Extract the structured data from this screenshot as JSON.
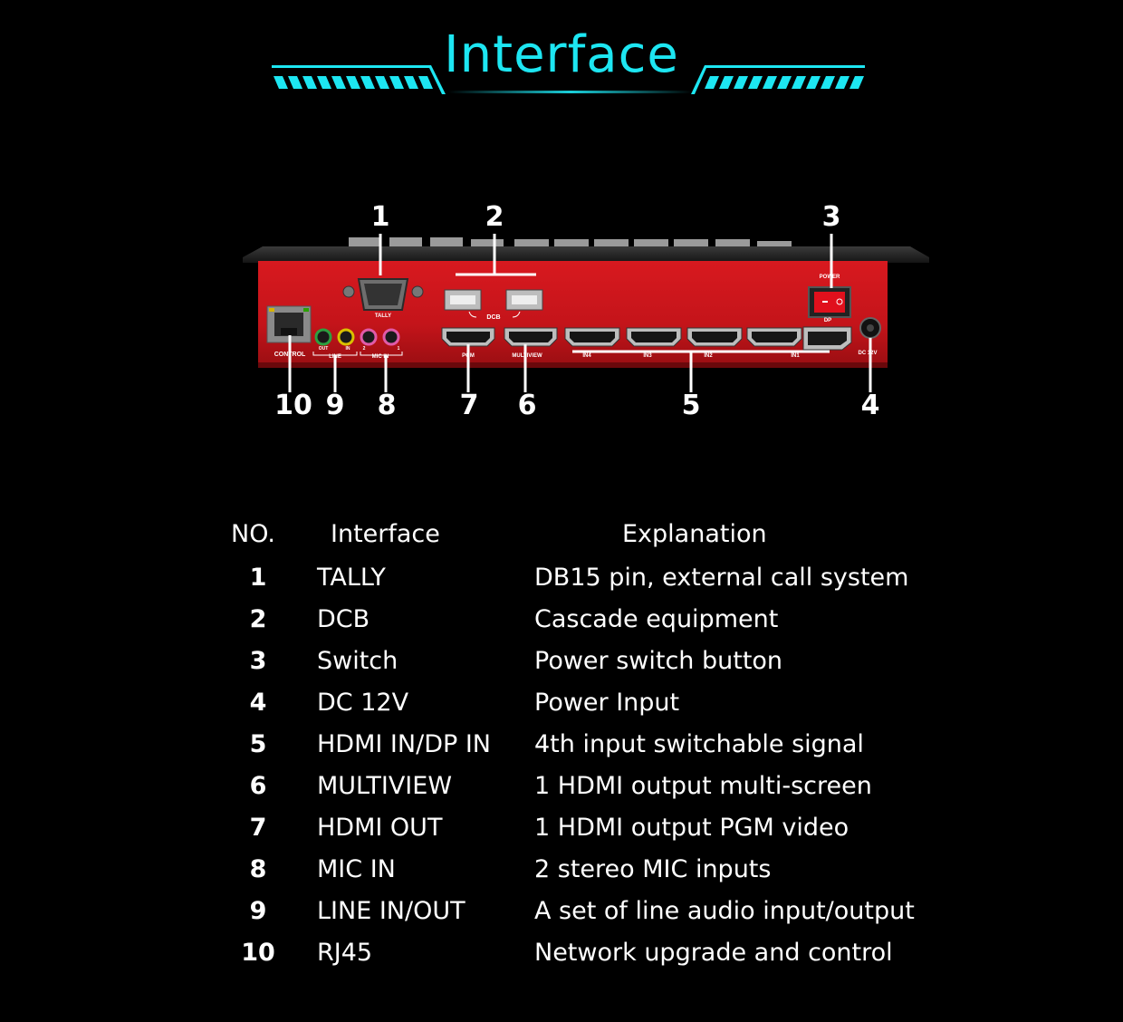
{
  "header": {
    "title": "Interface"
  },
  "colors": {
    "accent": "#1de6f2",
    "panel": "#c4141a",
    "panel_dark": "#8e0c10"
  },
  "device": {
    "callouts": [
      "1",
      "2",
      "3",
      "4",
      "5",
      "6",
      "7",
      "8",
      "9",
      "10"
    ],
    "panel_labels": {
      "tally": "TALLY",
      "dcb": "DCB",
      "power": "POWER",
      "dp": "DP",
      "control": "CONTROL",
      "line": "LINE",
      "out": "OUT",
      "in": "IN",
      "mic": "MIC IN",
      "mic2": "2",
      "mic1": "1",
      "pgm": "PGM",
      "multiview": "MULTIVIEW",
      "in4": "IN4",
      "in3": "IN3",
      "in2": "IN2",
      "in1": "IN1",
      "dc": "DC 12V"
    }
  },
  "table": {
    "headers": {
      "no": "NO.",
      "interface": "Interface",
      "explanation": "Explanation"
    },
    "rows": [
      {
        "no": "1",
        "interface": "TALLY",
        "explanation": "DB15 pin, external call system"
      },
      {
        "no": "2",
        "interface": "DCB",
        "explanation": "Cascade equipment"
      },
      {
        "no": "3",
        "interface": "Switch",
        "explanation": "Power switch button"
      },
      {
        "no": "4",
        "interface": "DC 12V",
        "explanation": "Power Input"
      },
      {
        "no": "5",
        "interface": "HDMI IN/DP IN",
        "explanation": "4th input switchable signal"
      },
      {
        "no": "6",
        "interface": "MULTIVIEW",
        "explanation": "1 HDMI output multi-screen"
      },
      {
        "no": "7",
        "interface": "HDMI OUT",
        "explanation": "1 HDMI output PGM video"
      },
      {
        "no": "8",
        "interface": "MIC IN",
        "explanation": "2 stereo MIC inputs"
      },
      {
        "no": "9",
        "interface": "LINE IN/OUT",
        "explanation": "A set of line audio input/output"
      },
      {
        "no": "10",
        "interface": "RJ45",
        "explanation": "Network upgrade and control"
      }
    ]
  }
}
